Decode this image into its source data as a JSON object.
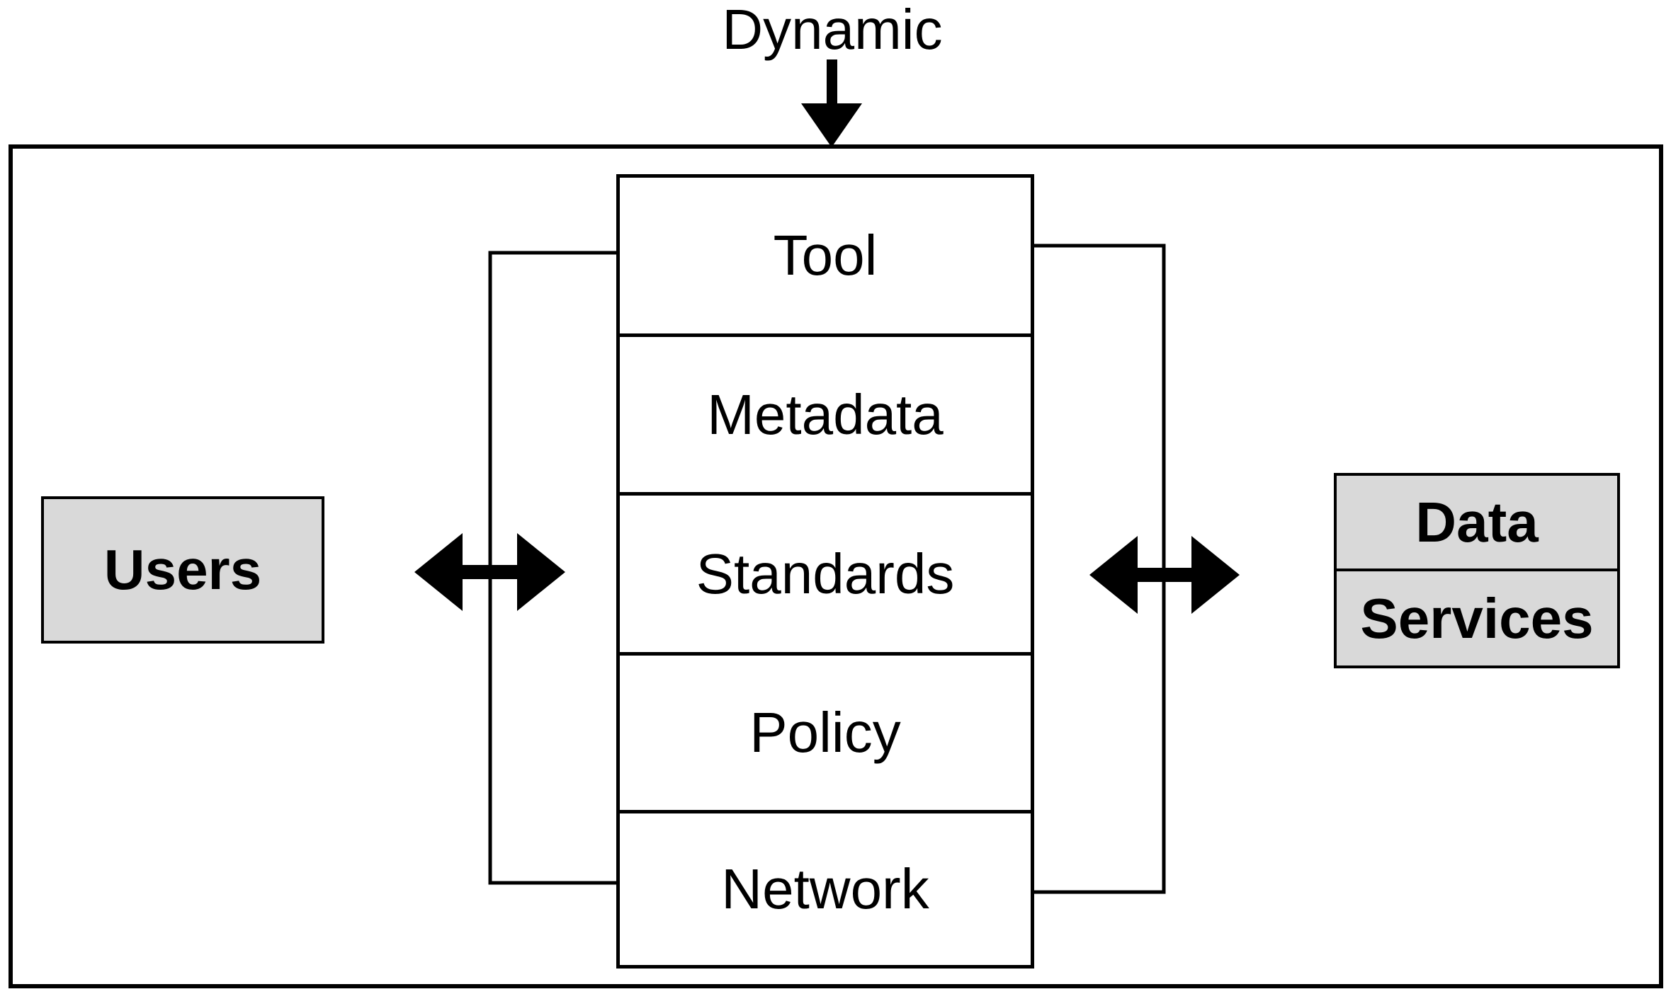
{
  "labels": {
    "dynamic": "Dynamic"
  },
  "stack": {
    "items": [
      {
        "label": "Tool"
      },
      {
        "label": "Metadata"
      },
      {
        "label": "Standards"
      },
      {
        "label": "Policy"
      },
      {
        "label": "Network"
      }
    ]
  },
  "entities": {
    "users": {
      "label": "Users"
    },
    "data_services": {
      "rows": [
        {
          "label": "Data"
        },
        {
          "label": "Services"
        }
      ]
    }
  },
  "icons": {
    "top_input": "down-arrow",
    "left_link": "double-headed-horizontal-arrow",
    "right_link": "double-headed-horizontal-arrow"
  },
  "colors": {
    "line": "#000000",
    "entity_fill": "#d9d9d9",
    "module_fill": "#ffffff",
    "background": "#ffffff"
  }
}
